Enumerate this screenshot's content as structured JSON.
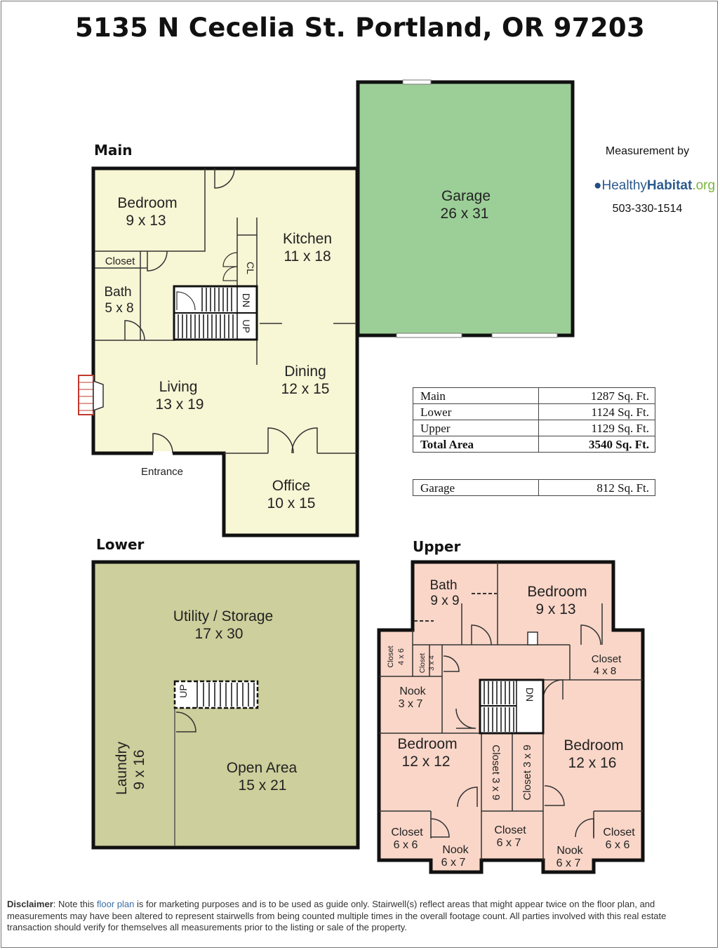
{
  "title": "5135 N Cecelia St. Portland, OR 97203",
  "sections": {
    "main": "Main",
    "lower": "Lower",
    "upper": "Upper"
  },
  "credit": {
    "measurement_by": "Measurement by",
    "logo_healthy": "Healthy",
    "logo_habitat": "Habitat",
    "logo_org": ".org",
    "phone": "503-330-1514"
  },
  "rooms": {
    "main": {
      "bedroom": {
        "name": "Bedroom",
        "size": "9 x 13"
      },
      "closet": "Closet",
      "bath": {
        "name": "Bath",
        "size": "5 x 8"
      },
      "kitchen": {
        "name": "Kitchen",
        "size": "11 x 18"
      },
      "cl": "CL",
      "dn": "DN",
      "up": "UP",
      "living": {
        "name": "Living",
        "size": "13 x 19"
      },
      "dining": {
        "name": "Dining",
        "size": "12 x 15"
      },
      "entrance": "Entrance",
      "office": {
        "name": "Office",
        "size": "10 x 15"
      }
    },
    "garage": {
      "name": "Garage",
      "size": "26 x 31"
    },
    "lower": {
      "utility": {
        "name": "Utility / Storage",
        "size": "17 x 30"
      },
      "up": "UP",
      "laundry": {
        "name": "Laundry",
        "size": "9 x 16"
      },
      "open": {
        "name": "Open Area",
        "size": "15 x 21"
      }
    },
    "upper": {
      "bath": {
        "name": "Bath",
        "size": "9 x 9"
      },
      "bedroom1": {
        "name": "Bedroom",
        "size": "9 x 13"
      },
      "closet46": {
        "name": "Closet",
        "size": "4 x 6"
      },
      "closet34": {
        "name": "Closet",
        "size": "3 x 4"
      },
      "closet48": {
        "name": "Closet",
        "size": "4 x 8"
      },
      "nook37": {
        "name": "Nook",
        "size": "3 x 7"
      },
      "dn": "DN",
      "bedroom2": {
        "name": "Bedroom",
        "size": "12 x 12"
      },
      "closet39a": "Closet 3 x 9",
      "closet39b": "Closet 3 x 9",
      "bedroom3": {
        "name": "Bedroom",
        "size": "12 x 16"
      },
      "closet66a": {
        "name": "Closet",
        "size": "6 x 6"
      },
      "nook67a": {
        "name": "Nook",
        "size": "6 x 7"
      },
      "closet67": {
        "name": "Closet",
        "size": "6 x 7"
      },
      "nook67b": {
        "name": "Nook",
        "size": "6 x 7"
      },
      "closet66b": {
        "name": "Closet",
        "size": "6 x 6"
      }
    }
  },
  "area_table": [
    {
      "label": "Main",
      "value": "1287 Sq. Ft."
    },
    {
      "label": "Lower",
      "value": "1124 Sq. Ft."
    },
    {
      "label": "Upper",
      "value": "1129 Sq. Ft."
    },
    {
      "label": "Total Area",
      "value": "3540 Sq. Ft."
    }
  ],
  "garage_table": {
    "label": "Garage",
    "value": "812 Sq. Ft."
  },
  "disclaimer": {
    "label": "Disclaimer",
    "text1": ": Note this ",
    "link": "floor plan",
    "text2": " is for marketing purposes and is to be used as guide only.  Stairwell(s) reflect areas that might appear twice on the floor plan, and measurements may have been altered to represent stairwells from being counted multiple times in the overall footage count.  All parties involved with this real estate transaction should verify for themselves all measurements prior to the listing or sale of the property."
  },
  "colors": {
    "main": "#f7f6d5",
    "garage": "#9ccf98",
    "lower": "#cdcf9c",
    "upper": "#f9d6c8",
    "wall": "#111111",
    "fireplace": "#c0392b"
  }
}
